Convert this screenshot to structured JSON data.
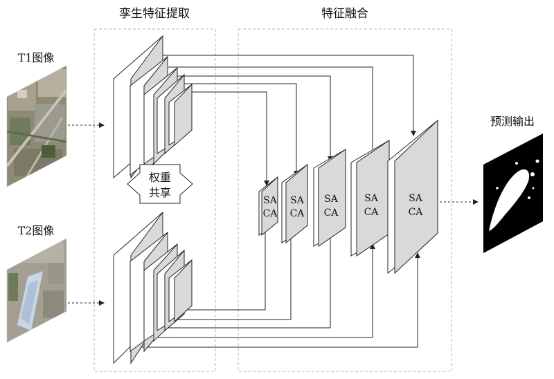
{
  "sections": {
    "siamese_title": "孪生特征提取",
    "fusion_title": "特征融合"
  },
  "inputs": {
    "t1_label": "T1图像",
    "t2_label": "T2图像"
  },
  "output": {
    "label": "预测输出"
  },
  "shared_weights": {
    "line1": "权重",
    "line2": "共享"
  },
  "fusion_blocks": [
    {
      "line1": "SA",
      "line2": "CA"
    },
    {
      "line1": "SA",
      "line2": "CA"
    },
    {
      "line1": "SA",
      "line2": "CA"
    },
    {
      "line1": "SA",
      "line2": "CA"
    },
    {
      "line1": "SA",
      "line2": "CA"
    }
  ],
  "colors": {
    "block_fill": "#d9d9d9",
    "frame_border": "#b5b5b5",
    "line": "#222222"
  }
}
